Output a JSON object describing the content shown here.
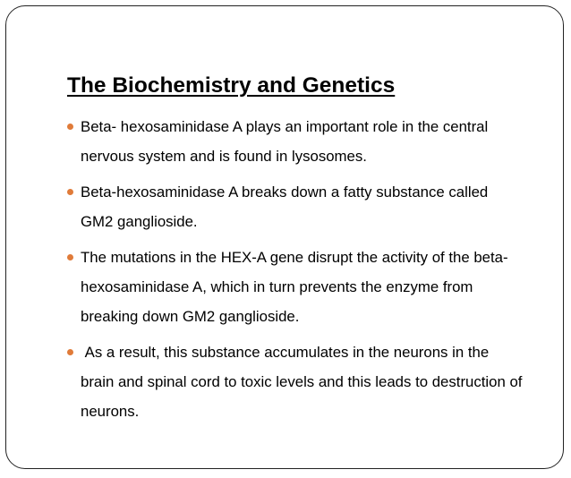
{
  "slide": {
    "title": "The Biochemistry and Genetics",
    "bullet_color": "#e07b39",
    "bullets": [
      {
        "text": "Beta- hexosaminidase A plays an important role in the central nervous system and is found in lysosomes."
      },
      {
        "text": "Beta-hexosaminidase A breaks down a fatty substance called GM2 ganglioside."
      },
      {
        "text": "The mutations in the HEX-A gene disrupt the activity of the beta-hexosaminidase A, which in turn prevents the enzyme from breaking down GM2 ganglioside."
      },
      {
        "text": " As a result, this substance accumulates in the neurons in the brain and spinal cord to toxic levels and this leads to destruction of neurons."
      }
    ]
  }
}
